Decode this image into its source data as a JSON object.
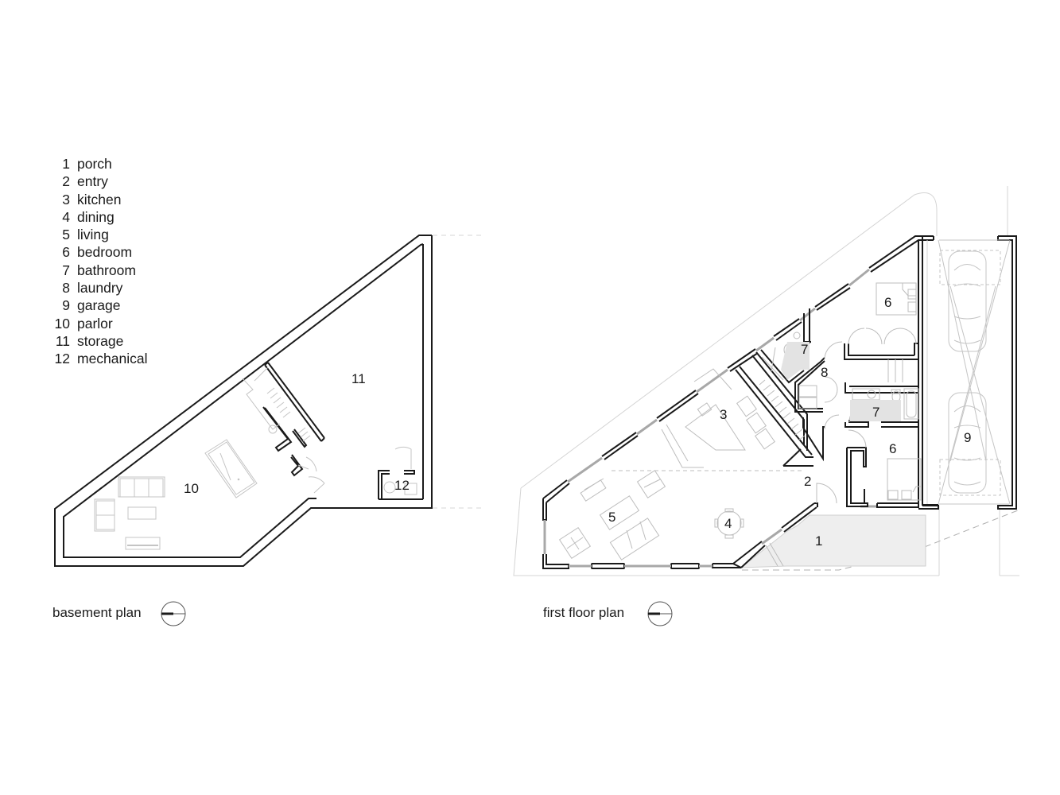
{
  "legend": {
    "items": [
      {
        "num": "1",
        "label": "porch"
      },
      {
        "num": "2",
        "label": "entry"
      },
      {
        "num": "3",
        "label": "kitchen"
      },
      {
        "num": "4",
        "label": "dining"
      },
      {
        "num": "5",
        "label": "living"
      },
      {
        "num": "6",
        "label": "bedroom"
      },
      {
        "num": "7",
        "label": "bathroom"
      },
      {
        "num": "8",
        "label": "laundry"
      },
      {
        "num": "9",
        "label": "garage"
      },
      {
        "num": "10",
        "label": "parlor"
      },
      {
        "num": "11",
        "label": "storage"
      },
      {
        "num": "12",
        "label": "mechanical"
      }
    ]
  },
  "basement_plan": {
    "caption": "basement plan",
    "north_arrow_icon": "north-arrow-icon",
    "rooms": [
      {
        "label": "10",
        "name": "parlor"
      },
      {
        "label": "11",
        "name": "storage"
      },
      {
        "label": "12",
        "name": "mechanical"
      }
    ]
  },
  "first_floor_plan": {
    "caption": "first floor plan",
    "north_arrow_icon": "north-arrow-icon",
    "rooms": [
      {
        "label": "1",
        "name": "porch"
      },
      {
        "label": "2",
        "name": "entry"
      },
      {
        "label": "3",
        "name": "kitchen"
      },
      {
        "label": "4",
        "name": "dining"
      },
      {
        "label": "5",
        "name": "living"
      },
      {
        "label": "6",
        "name": "bedroom"
      },
      {
        "label": "6",
        "name": "bedroom"
      },
      {
        "label": "7",
        "name": "bathroom"
      },
      {
        "label": "7",
        "name": "bathroom"
      },
      {
        "label": "8",
        "name": "laundry"
      },
      {
        "label": "9",
        "name": "garage"
      }
    ]
  },
  "colors": {
    "wall": "#1a1a1a",
    "furniture": "#bdbdbd",
    "site": "#d4d4d4"
  }
}
